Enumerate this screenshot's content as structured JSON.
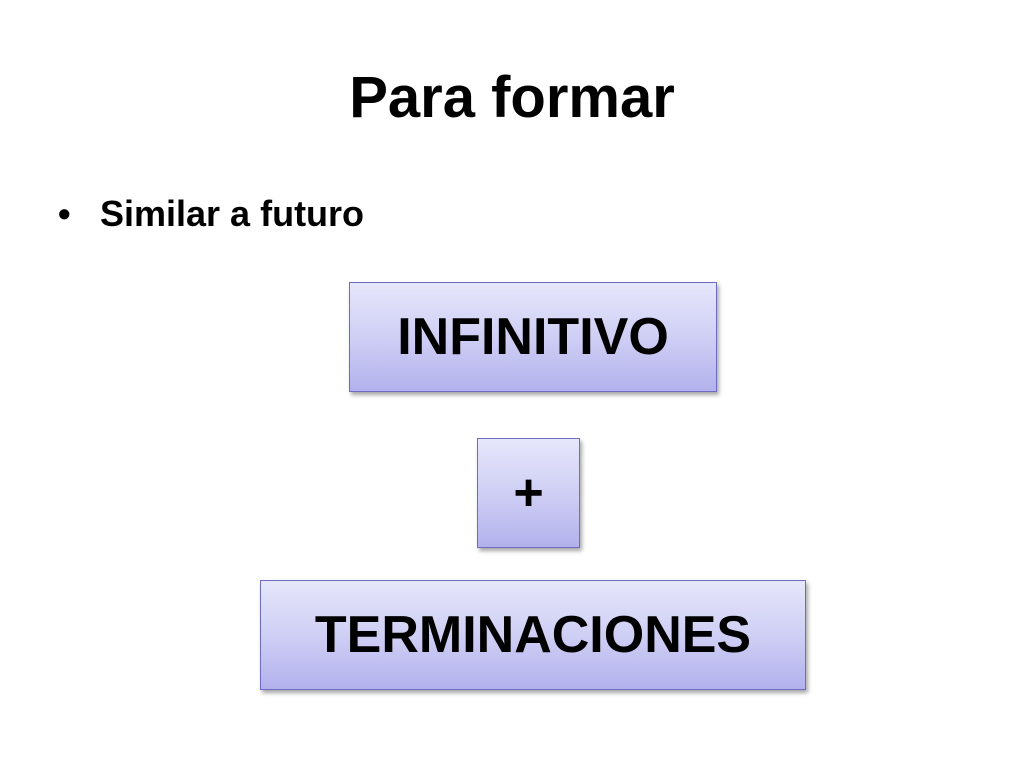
{
  "slide": {
    "title": "Para formar",
    "bullets": [
      {
        "marker": "•",
        "text": "Similar a futuro"
      }
    ]
  },
  "diagram": {
    "boxes": [
      {
        "id": "infinitivo",
        "label": "INFINITIVO"
      },
      {
        "id": "plus",
        "label": "+"
      },
      {
        "id": "terminaciones",
        "label": "TERMINACIONES"
      }
    ],
    "colors": {
      "box_fill_top": "#e6e6fb",
      "box_fill_bottom": "#b3b1ec",
      "box_border": "#6e6cc4",
      "text": "#000000",
      "background": "#ffffff"
    }
  }
}
